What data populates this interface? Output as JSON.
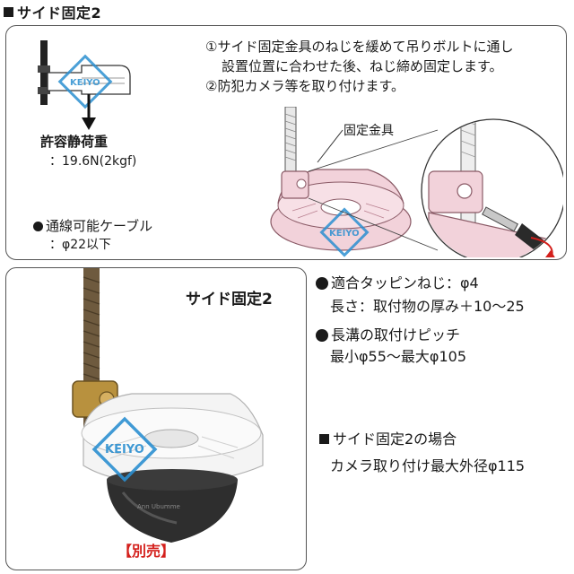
{
  "header": {
    "title": "サイド固定2"
  },
  "top": {
    "load_label": "許容静荷重",
    "load_value": "：19.6N(2kgf)",
    "cable_label": "通線可能ケーブル",
    "cable_value": "：φ22以下",
    "step1_line1": "①サイド固定金具のねじを緩めて吊りボルトに通し",
    "step1_line2": "設置位置に合わせた後、ねじ締め固定します。",
    "step2": "②防犯カメラ等を取り付けます。",
    "bracket_label": "固定金具",
    "logo_text": "KEIYO"
  },
  "photo": {
    "title": "サイド固定2",
    "sold_separately": "【別売】",
    "camera_brand_text": "Ann Ubumme"
  },
  "specs": {
    "screw_line1": "適合タッピンねじ：φ4",
    "screw_line2": "長さ：取付物の厚み＋10〜25",
    "pitch_line1": "長溝の取付けピッチ",
    "pitch_line2": "最小φ55〜最大φ105",
    "case_title": "サイド固定2の場合",
    "case_line": "カメラ取り付け最大外径φ115"
  },
  "colors": {
    "pink": "#f2d2da",
    "pink_dark": "#c98c9c",
    "logo_blue": "#2b8fd0",
    "accent_red": "#d4201c"
  }
}
